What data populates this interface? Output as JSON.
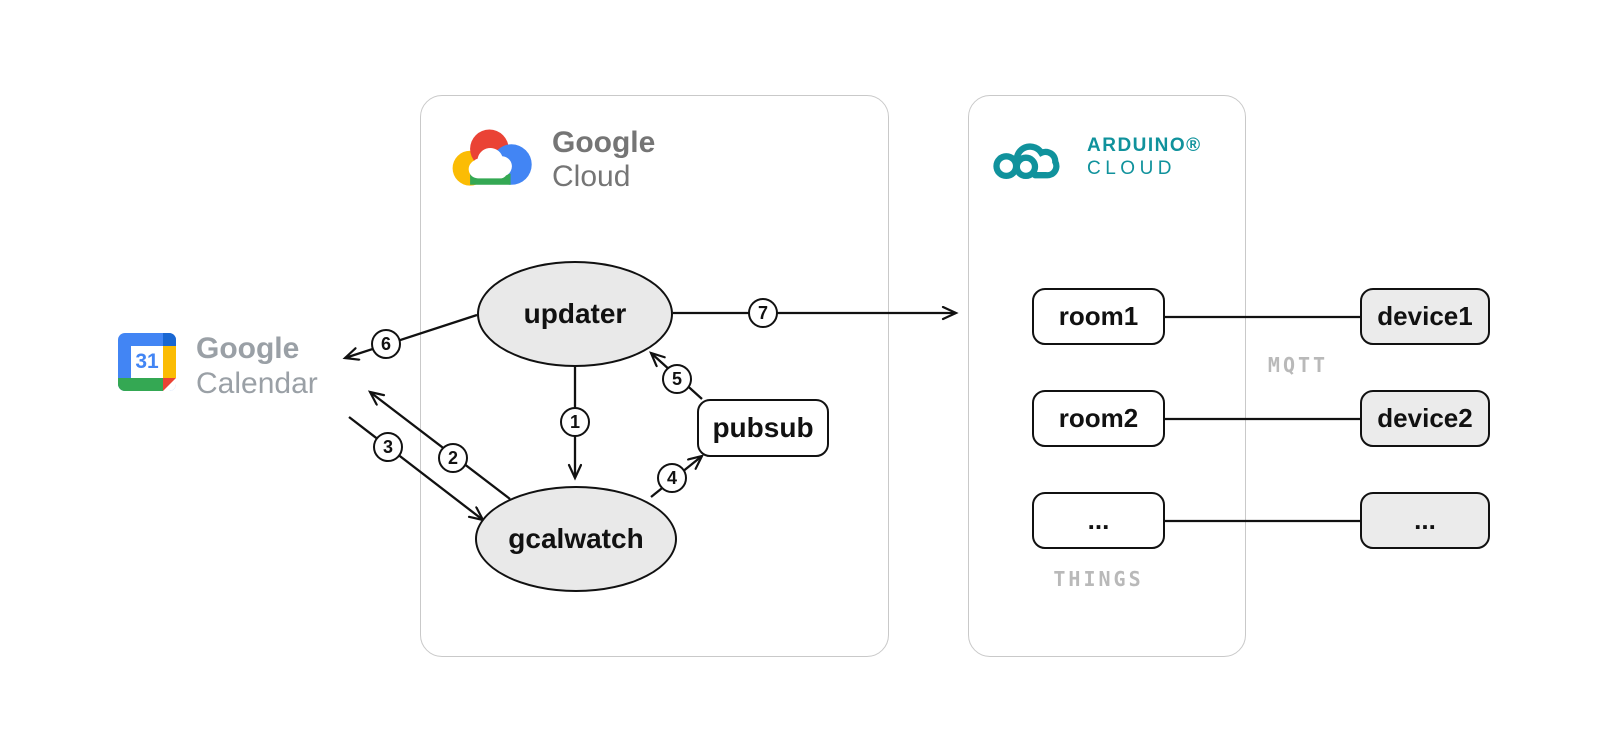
{
  "diagram": {
    "calendar": {
      "icon_day": "31",
      "line1": "Google",
      "line2": "Calendar"
    },
    "gcp": {
      "line1": "Google",
      "line2": "Cloud"
    },
    "arduino": {
      "line1": "ARDUINO®",
      "line2": "CLOUD"
    },
    "nodes": {
      "updater": "updater",
      "gcalwatch": "gcalwatch",
      "pubsub": "pubsub"
    },
    "steps": [
      "1",
      "2",
      "3",
      "4",
      "5",
      "6",
      "7"
    ],
    "rows": [
      {
        "room": "room1",
        "device": "device1"
      },
      {
        "room": "room2",
        "device": "device2"
      },
      {
        "room": "...",
        "device": "..."
      }
    ],
    "labels": {
      "mqtt": "MQTT",
      "things": "THINGS"
    },
    "colors": {
      "arduino_teal": "#10929c",
      "google_gray": "#757575",
      "calendar_gray": "#9aa0a6",
      "node_fill": "#e9e9e9",
      "device_fill": "#ebebeb",
      "edge": "#111111",
      "box_border": "#c9c9c9",
      "gray_label": "#b9b9b9",
      "g_blue": "#4285F4",
      "g_dark_blue": "#1967D2",
      "g_red": "#EA4335",
      "g_yellow": "#FBBC04",
      "g_green": "#34A853"
    }
  }
}
